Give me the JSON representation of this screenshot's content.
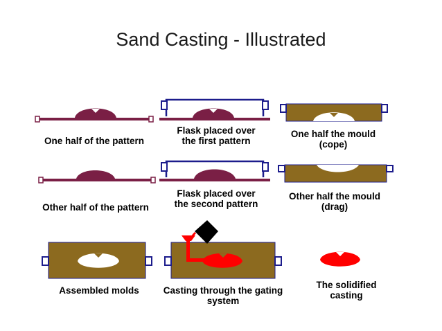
{
  "title": "Sand Casting - Illustrated",
  "colors": {
    "pattern": "#7a1f45",
    "sand": "#8c6a1f",
    "flask": "#1c1c8c",
    "metal": "#ff0000",
    "ladle": "#000000"
  },
  "steps": [
    {
      "line1": "One half of the pattern",
      "line2": ""
    },
    {
      "line1": "Flask placed over",
      "line2": "the first pattern"
    },
    {
      "line1": "One half  the mould",
      "line2": "(cope)"
    },
    {
      "line1": "Other half of the pattern",
      "line2": ""
    },
    {
      "line1": "Flask placed over",
      "line2": "the second pattern"
    },
    {
      "line1": "Other half  the mould",
      "line2": "(drag)"
    },
    {
      "line1": "Assembled molds",
      "line2": ""
    },
    {
      "line1": "Casting through the gating",
      "line2": "system"
    },
    {
      "line1": "The solidified",
      "line2": "casting"
    }
  ]
}
